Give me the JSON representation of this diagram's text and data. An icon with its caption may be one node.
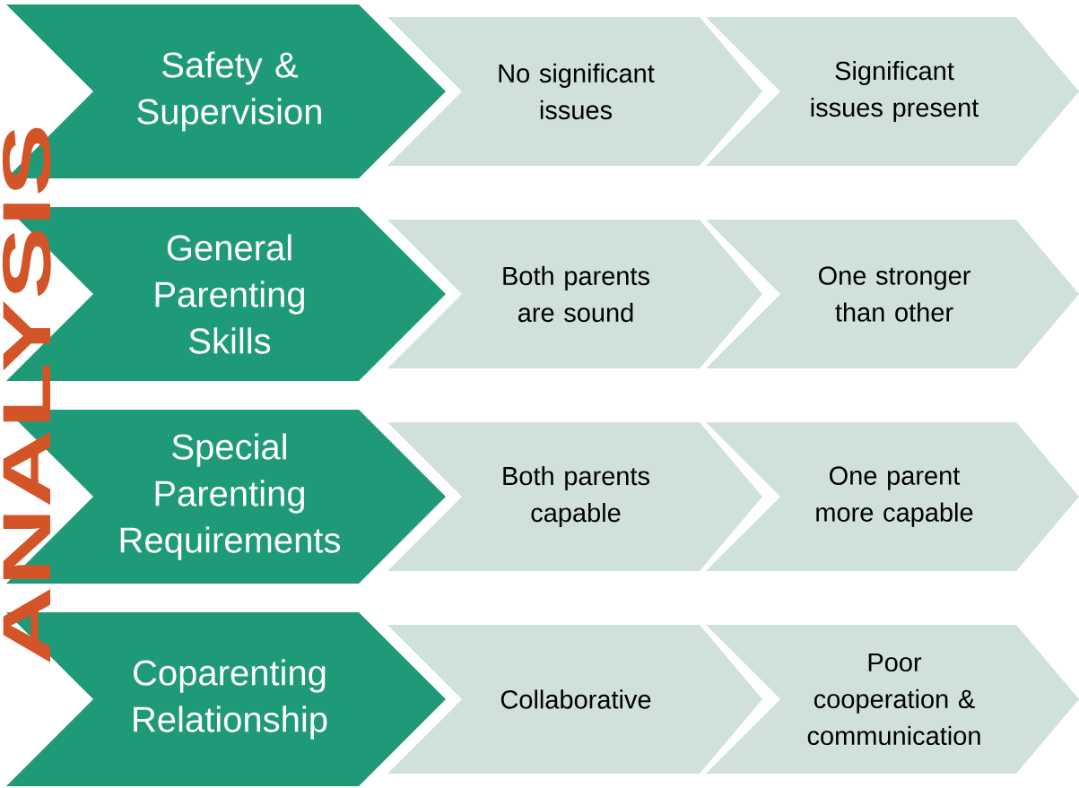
{
  "diagram": {
    "nodes": [
      {
        "text": [
          "Safety & Supervision"
        ]
      },
      {
        "text": [
          "No significant issues"
        ]
      },
      {
        "text": [
          "Significant issues present"
        ]
      },
      {
        "text": [
          "General Parenting Skills"
        ]
      },
      {
        "text": [
          "Both parents are sound"
        ]
      },
      {
        "text": [
          "One stronger than other"
        ]
      },
      {
        "text": [
          "Special Parenting Requirements"
        ]
      },
      {
        "text": [
          "Both parents capable"
        ]
      },
      {
        "text": [
          "One  parent more capable"
        ]
      },
      {
        "text": [
          "Coparenting Relationship"
        ]
      },
      {
        "text": [
          "Collaborative"
        ]
      },
      {
        "text": [
          "Poor cooperation & communication"
        ]
      }
    ],
    "labels": [
      "ANALYSIS"
    ]
  }
}
